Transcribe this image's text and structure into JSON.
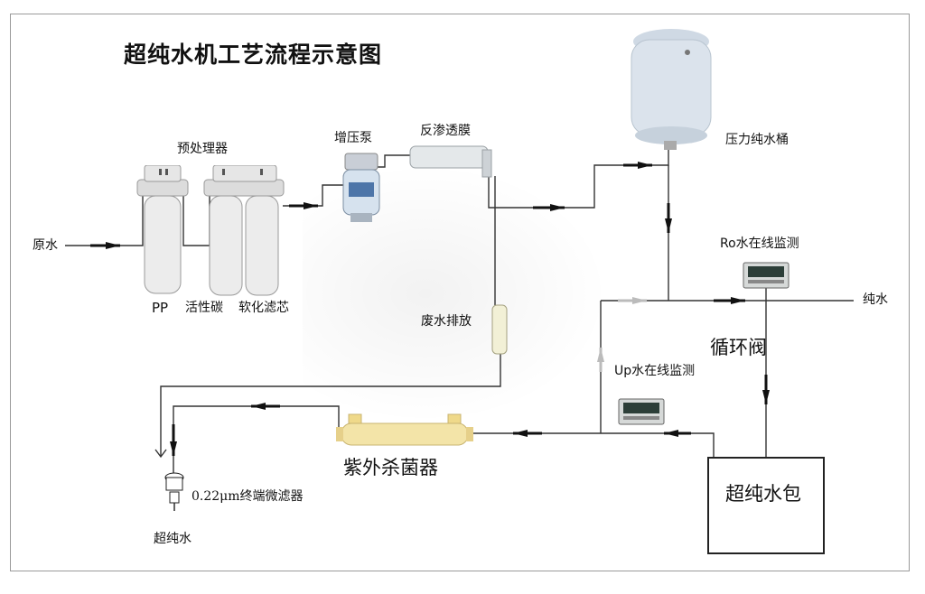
{
  "title": "超纯水机工艺流程示意图",
  "labels": {
    "pretreatment": "预处理器",
    "raw_water": "原水",
    "pp": "PP",
    "activated_carbon": "活性碳",
    "softener_core": "软化滤芯",
    "booster_pump": "增压泵",
    "ro_membrane": "反渗透膜",
    "waste_drain": "废水排放",
    "pressure_tank": "压力纯水桶",
    "ro_monitor": "Ro水在线监测",
    "pure_water": "纯水",
    "circulation_valve": "循环阀",
    "up_monitor": "Up水在线监测",
    "uv_sterilizer": "紫外杀菌器",
    "terminal_filter": "0.22μm终端微滤器",
    "ultrapure_water_out": "超纯水",
    "ultrapure_water_tank": "超纯水包"
  },
  "colors": {
    "pipe": "#333333",
    "arrow": "#111111",
    "faded_arrow": "#bbbbbb",
    "uv_tube": "#f3e4a8",
    "tank": "#dbe3ec",
    "filter_housing": "#ececec",
    "monitor_screen": "#2c3e38"
  }
}
